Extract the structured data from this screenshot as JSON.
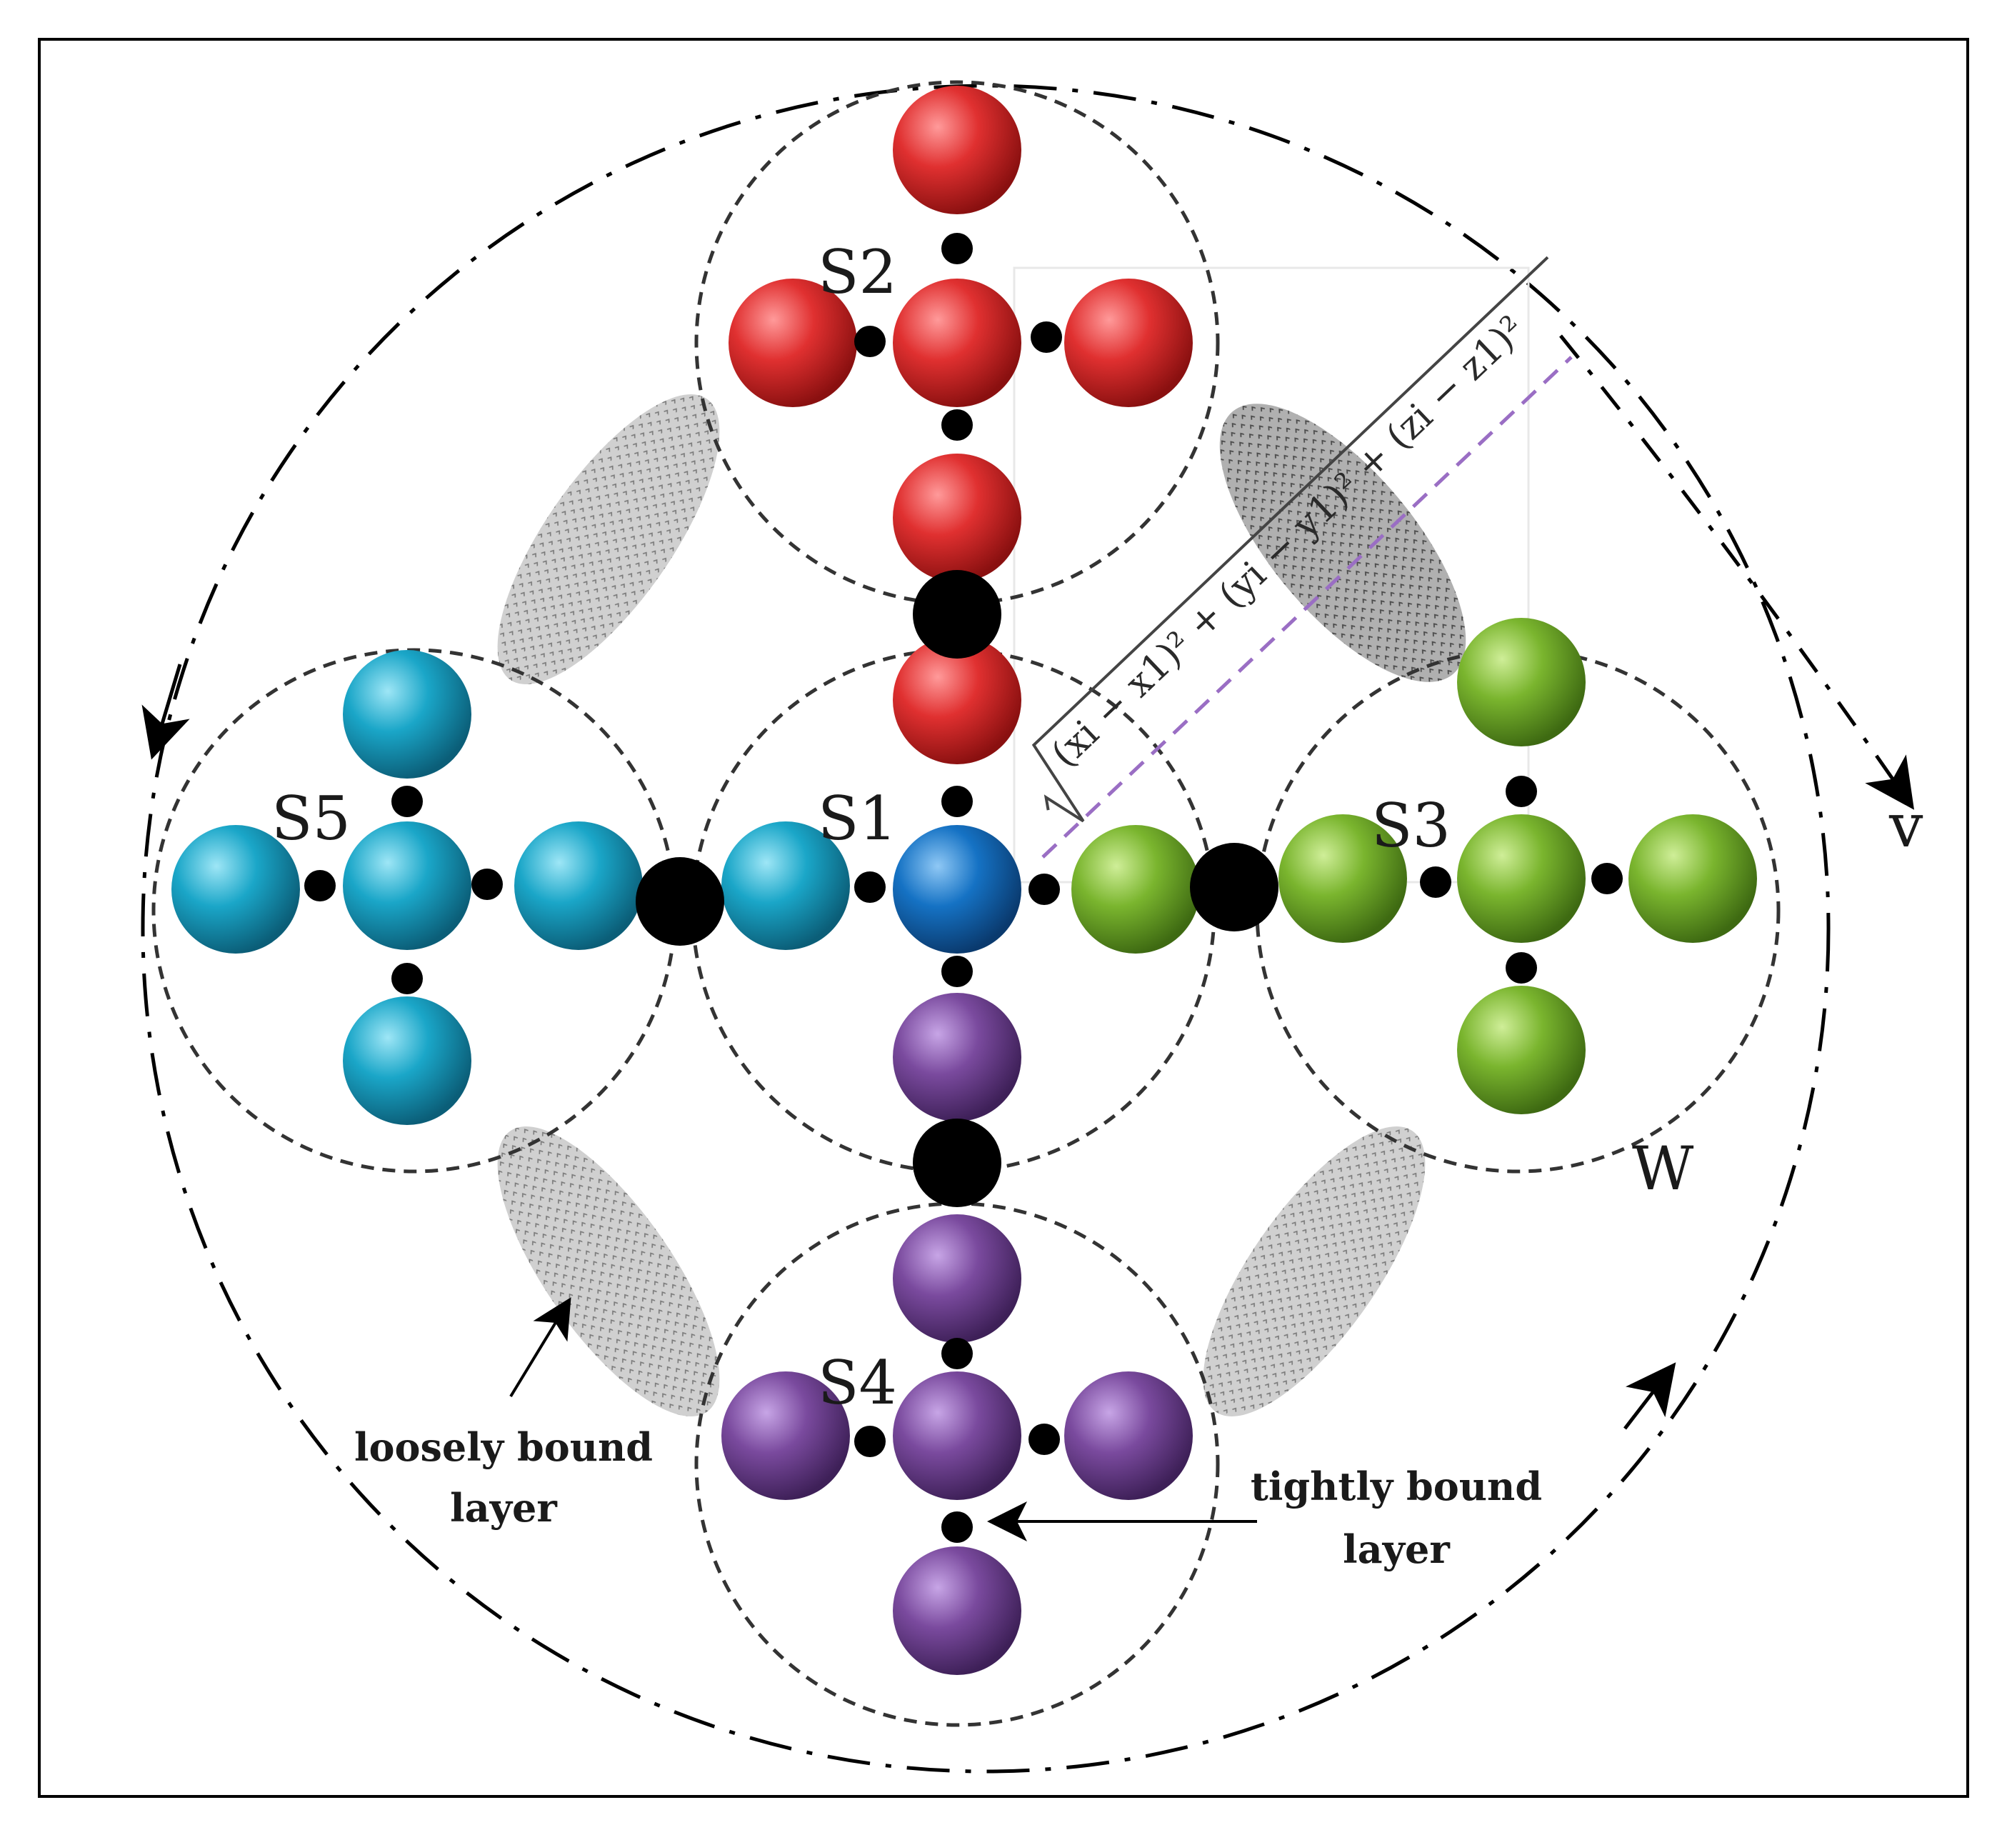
{
  "labels": {
    "s1": "S1",
    "s2": "S2",
    "s3": "S3",
    "s4": "S4",
    "s5": "S5",
    "w": "W",
    "v": "v"
  },
  "annotations": {
    "loosely_line1": "loosely bound",
    "loosely_line2": "layer",
    "tightly_line1": "tightly bound",
    "tightly_line2": "layer"
  },
  "formula": "(xi − x1)² + (yi − y1)² + (zi − z1)²",
  "colors": {
    "red": "#d42a2a",
    "cyan": "#1aa6c8",
    "green": "#74b02c",
    "purple": "#7a4a9e",
    "center_blue": "#1572c4",
    "bond": "#000000",
    "dashed_circle": "#333333",
    "purple_dash": "#9a6ec4"
  }
}
